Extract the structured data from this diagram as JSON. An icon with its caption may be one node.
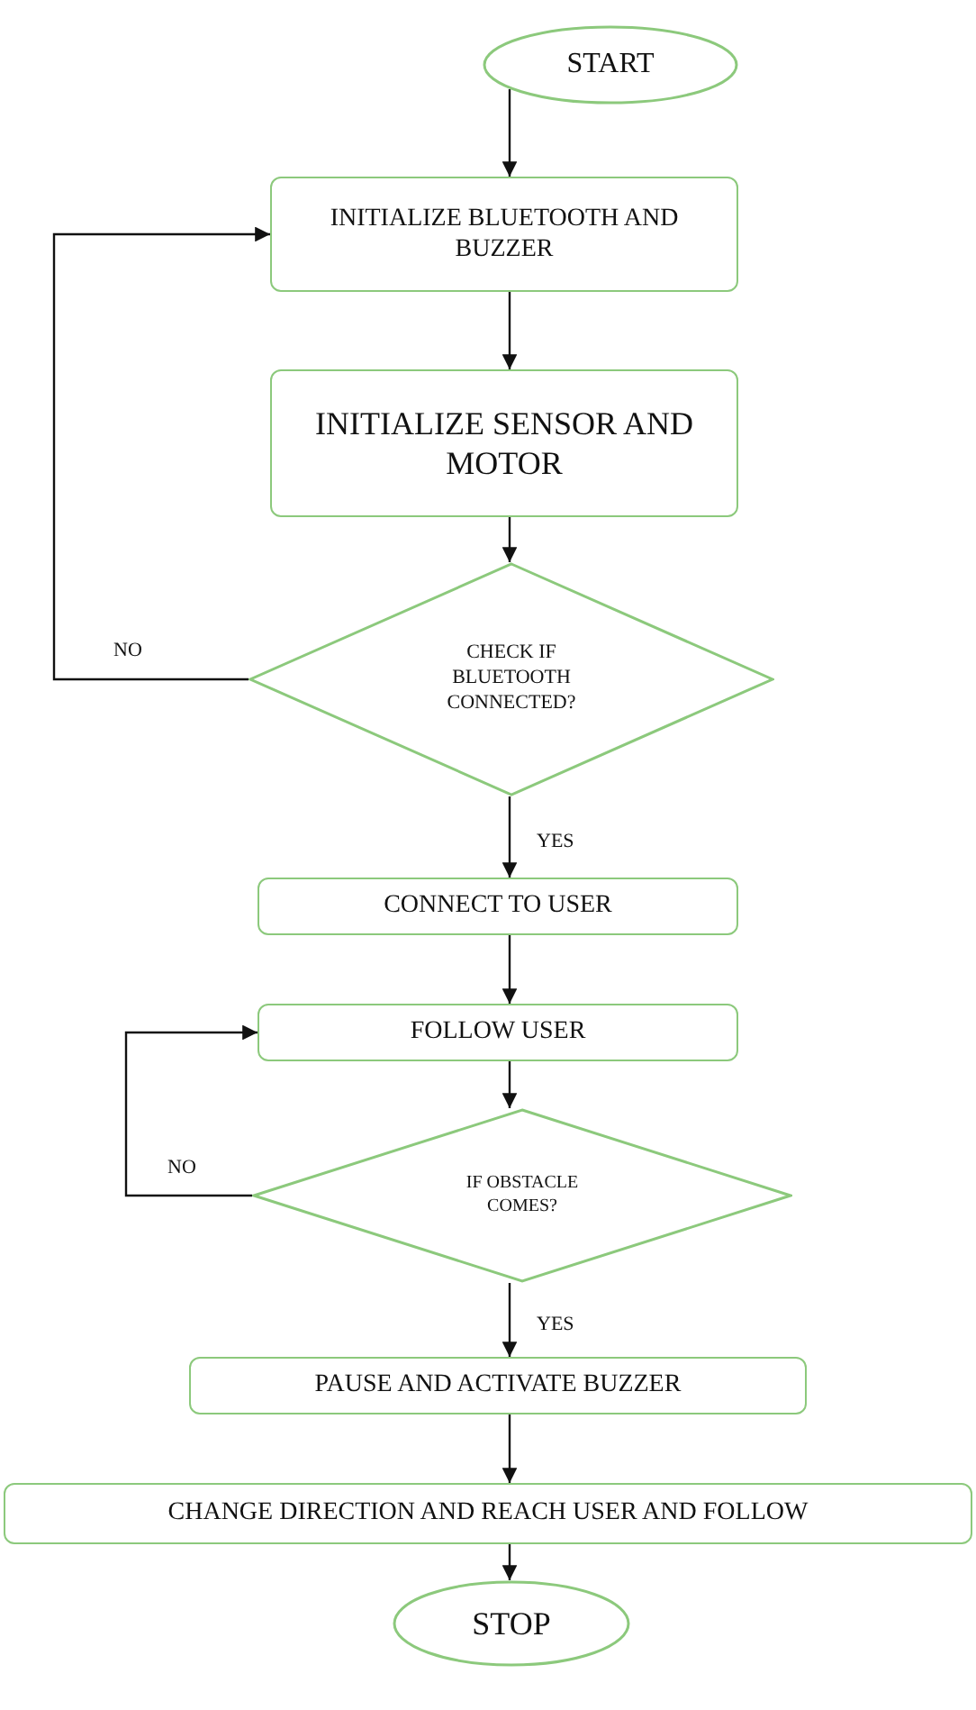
{
  "diagram": {
    "nodes": [
      {
        "text": [
          "START"
        ]
      },
      {
        "text": [
          "INITIALIZE BLUETOOTH AND BUZZER"
        ]
      },
      {
        "text": [
          "INITIALIZE SENSOR AND MOTOR"
        ]
      },
      {
        "text": [
          "CHECK IF BLUETOOTH CONNECTED?"
        ]
      },
      {
        "text": [
          "CONNECT TO USER"
        ]
      },
      {
        "text": [
          "FOLLOW USER"
        ]
      },
      {
        "text": [
          "IF OBSTACLE COMES?"
        ]
      },
      {
        "text": [
          "PAUSE AND ACTIVATE BUZZER"
        ]
      },
      {
        "text": [
          "CHANGE DIRECTION AND REACH USER AND FOLLOW"
        ]
      },
      {
        "text": [
          "STOP"
        ]
      }
    ],
    "edges": [
      {
        "from": 0,
        "to": 1,
        "arrow": "to"
      },
      {
        "from": 1,
        "to": 2,
        "arrow": "to"
      },
      {
        "from": 2,
        "to": 3,
        "arrow": "to"
      },
      {
        "from": 3,
        "to": 1,
        "arrow": "to",
        "label": "NO"
      },
      {
        "from": 3,
        "to": 4,
        "arrow": "to",
        "label": "YES"
      },
      {
        "from": 4,
        "to": 5,
        "arrow": "to"
      },
      {
        "from": 5,
        "to": 6,
        "arrow": "to"
      },
      {
        "from": 6,
        "to": 5,
        "arrow": "to",
        "label": "NO"
      },
      {
        "from": 6,
        "to": 7,
        "arrow": "to",
        "label": "YES"
      },
      {
        "from": 7,
        "to": 8,
        "arrow": "to"
      },
      {
        "from": 8,
        "to": 9,
        "arrow": "to"
      }
    ]
  }
}
